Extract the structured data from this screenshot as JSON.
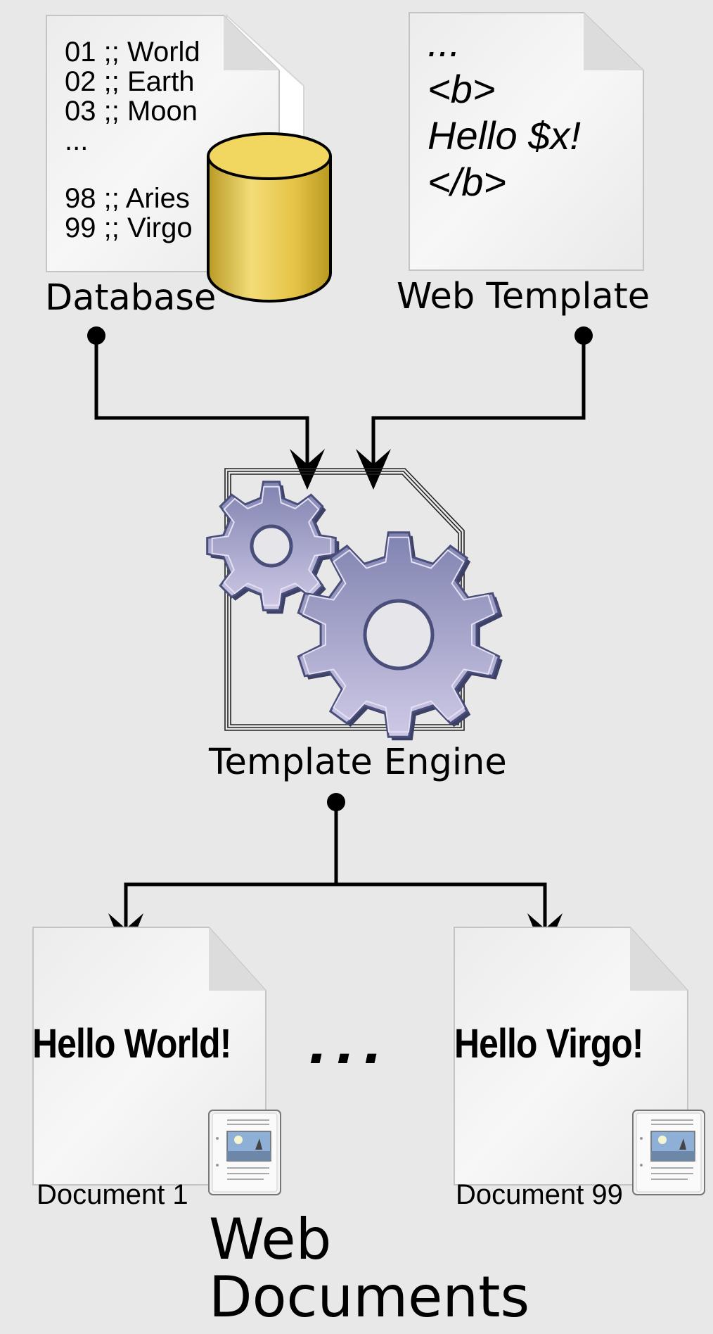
{
  "database": {
    "title": "Database",
    "rows": [
      "01 ;; World",
      "02 ;; Earth",
      "03 ;; Moon",
      "...",
      "98 ;; Aries",
      "99 ;; Virgo"
    ]
  },
  "web_template": {
    "title": "Web Template",
    "lines": [
      "...",
      "<b>",
      "Hello $x!",
      "</b>"
    ]
  },
  "engine": {
    "title": "Template Engine"
  },
  "documents": [
    {
      "content": "Hello World!",
      "caption": "Document 1"
    },
    {
      "content": "Hello Virgo!",
      "caption": "Document 99"
    }
  ],
  "ellipsis": "...",
  "footer": {
    "line1": "Web",
    "line2": "Documents"
  },
  "colors": {
    "background": "#e8e8e8",
    "paper": "#f4f4f4",
    "cylinder": "#e8c84a",
    "gear": "#8c8fb8",
    "arrow": "#000000"
  }
}
